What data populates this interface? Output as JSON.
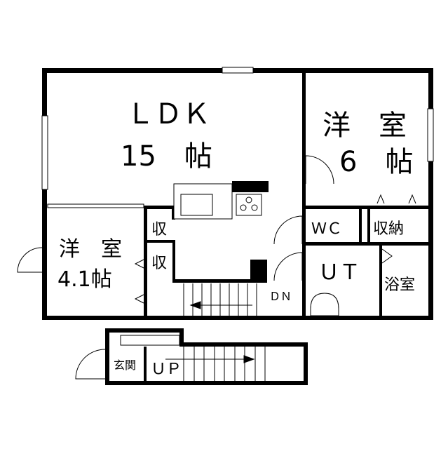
{
  "rooms": {
    "ldk": {
      "name": "ＬＤＫ",
      "size": "15　帖"
    },
    "western_6": {
      "name": "洋　室",
      "size": "6　帖"
    },
    "western_41": {
      "name": "洋　室",
      "size": "4.1帖"
    },
    "storage_1": "収",
    "storage_2": "収",
    "wc": "ＷＣ",
    "closet": "収納",
    "utility": "ＵＴ",
    "bath": "浴室",
    "stairs_down": "ＤＮ",
    "entrance": "玄関",
    "stairs_up": "ＵＰ"
  }
}
